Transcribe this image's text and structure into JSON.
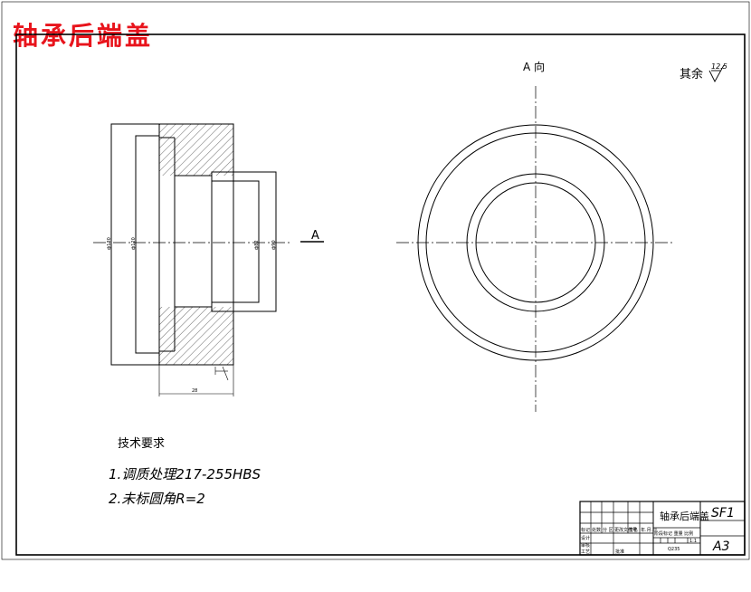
{
  "title_overlay": "轴承后端盖",
  "view_label": "A 向",
  "section_label": "A",
  "roughness": {
    "prefix": "其余",
    "value": "12.5"
  },
  "tech_requirements": {
    "heading": "技术要求",
    "items": [
      "1.调质处理217-255HBS",
      "2.未标圆角R=2"
    ]
  },
  "dimensions": {
    "dia_outer": "ф130",
    "dia_spigot": "ф120",
    "dia_bore": "ф82",
    "dia_boss": "ф90",
    "length": "28"
  },
  "title_block": {
    "part_name": "轴承后端盖",
    "drawing_no": "SF1",
    "sheet_size": "A3",
    "material": "Q235",
    "scale": "1:1",
    "rev_headers": [
      "标记",
      "处数",
      "分 区",
      "更改文件号",
      "签名",
      "年.月.日"
    ],
    "role_labels": [
      "设计",
      "审核",
      "工艺"
    ],
    "approve_label": "批准",
    "stage_header": "阶段标记 重量 比例"
  },
  "colors": {
    "title_red": "#e8141c",
    "line": "#000000"
  }
}
